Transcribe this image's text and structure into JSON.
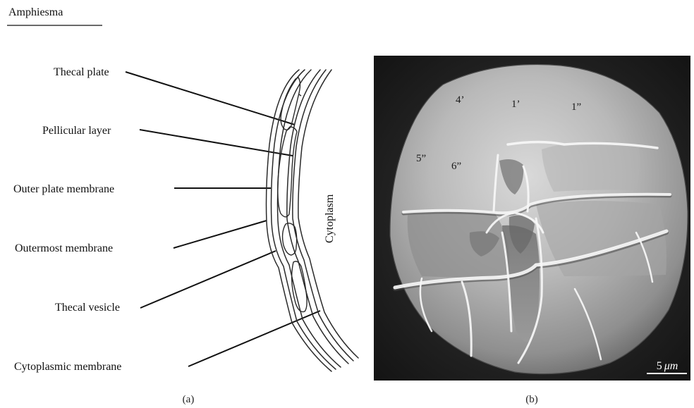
{
  "header": {
    "title": "Amphiesma"
  },
  "panel_a": {
    "caption": "(a)",
    "labels": {
      "thecal_plate": "Thecal plate",
      "pellicular_layer": "Pellicular layer",
      "outer_plate_membrane": "Outer plate membrane",
      "outermost_membrane": "Outermost membrane",
      "thecal_vesicle": "Thecal vesicle",
      "cytoplasmic_membrane": "Cytoplasmic membrane",
      "cytoplasm": "Cytoplasm"
    }
  },
  "panel_b": {
    "caption": "(b)",
    "plate_labels": {
      "p4": "4’",
      "p1a": "1’",
      "p1b": "1”",
      "p5": "5”",
      "p6": "6”"
    },
    "scale_bar": {
      "value": "5",
      "unit": "μm"
    }
  }
}
